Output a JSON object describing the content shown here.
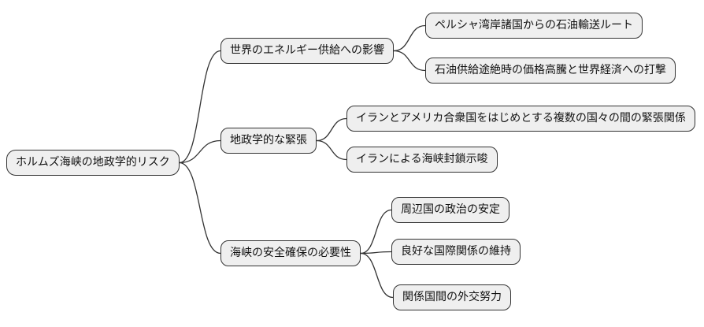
{
  "mindmap": {
    "root": {
      "label": "ホルムズ海峡の地政学的リスク"
    },
    "branches": [
      {
        "label": "世界のエネルギー供給への影響",
        "children": [
          {
            "label": "ペルシャ湾岸諸国からの石油輸送ルート"
          },
          {
            "label": "石油供給途絶時の価格高騰と世界経済への打撃"
          }
        ]
      },
      {
        "label": "地政学的な緊張",
        "children": [
          {
            "label": "イランとアメリカ合衆国をはじめとする複数の国々の間の緊張関係"
          },
          {
            "label": "イランによる海峡封鎖示唆"
          }
        ]
      },
      {
        "label": "海峡の安全確保の必要性",
        "children": [
          {
            "label": "周辺国の政治の安定"
          },
          {
            "label": "良好な国際関係の維持"
          },
          {
            "label": "関係国間の外交努力"
          }
        ]
      }
    ],
    "colors": {
      "node_fill": "#efefef",
      "node_border": "#333333",
      "line": "#333333",
      "background": "#ffffff"
    }
  }
}
